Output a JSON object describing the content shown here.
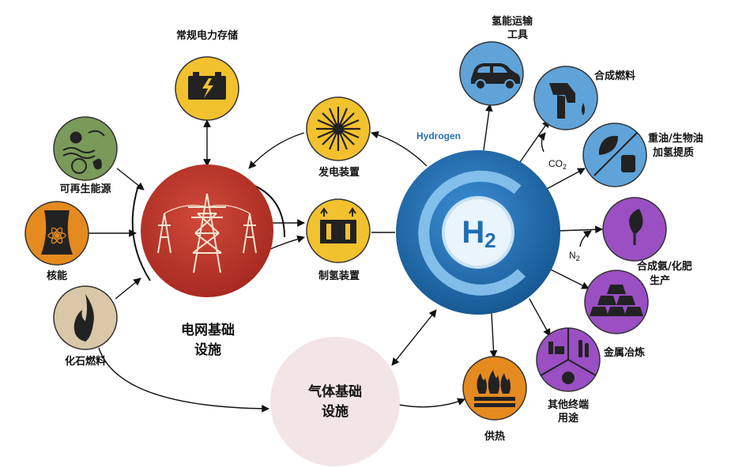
{
  "center": {
    "banner": "Hydrogen",
    "symbol": "H",
    "subscript": "2"
  },
  "nodes": {
    "storage": "常规电力存储",
    "power_gen": "发电装置",
    "renewable": "可再生能源",
    "nuclear": "核能",
    "fossil": "化石燃料",
    "electrolyzer": "制氢装置",
    "grid_line1": "电网基础",
    "grid_line2": "设施",
    "gas_line1": "气体基础",
    "gas_line2": "设施",
    "transport_line1": "氢能运输",
    "transport_line2": "工具",
    "synfuel": "合成燃料",
    "refining_line1": "重油/生物油",
    "refining_line2": "加氢提质",
    "ammonia_line1": "合成氨/化肥",
    "ammonia_line2": "生产",
    "metal": "金属冶炼",
    "other_line1": "其他终端",
    "other_line2": "用途",
    "heat": "供热"
  },
  "chem": {
    "co2_main": "CO",
    "co2_sub": "2",
    "n2_main": "N",
    "n2_sub": "2"
  },
  "colors": {
    "yellow": "#f2c12e",
    "orange": "#e58a1f",
    "green": "#7a9a5a",
    "beige": "#d9c7a7",
    "red": "#c0392b",
    "blue": "#1f6fb0",
    "lightblue": "#5fa3d9",
    "purple": "#9a4fc2",
    "pink": "#f3e4e6"
  }
}
